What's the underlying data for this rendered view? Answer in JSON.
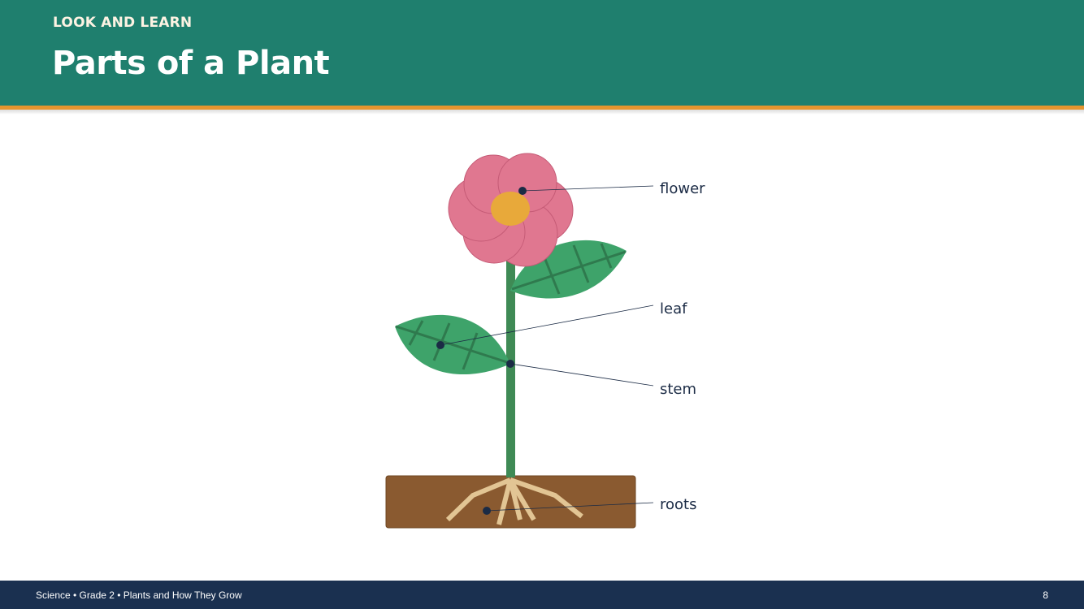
{
  "header": {
    "kicker": "LOOK AND LEARN",
    "title": "Parts of a Plant"
  },
  "diagram": {
    "labels": {
      "flower": "flower",
      "leaf": "leaf",
      "stem": "stem",
      "roots": "roots"
    },
    "colors": {
      "petal": "#e07790",
      "center": "#e8a93a",
      "leaf": "#3ea36a",
      "stem": "#3f8a55",
      "soil": "#8a5a30",
      "roots": "#e2c594",
      "marker": "#1b2b45"
    }
  },
  "footer": {
    "course": "Science • Grade 2 • Plants and How They Grow",
    "page": "8"
  }
}
